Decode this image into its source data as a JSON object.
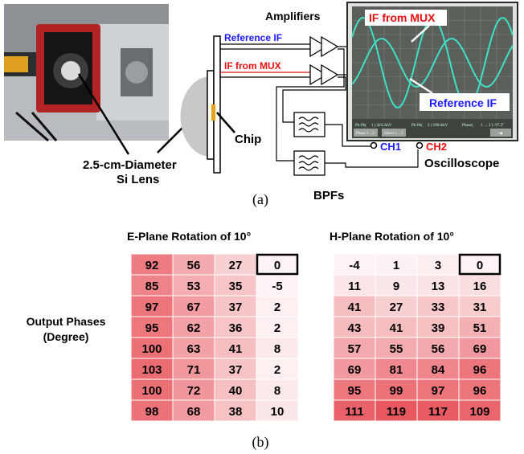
{
  "figure_a": {
    "caption": "(a)",
    "labels": {
      "amplifiers": "Amplifiers",
      "reference_if": "Reference IF",
      "if_from_mux": "IF from MUX",
      "chip": "Chip",
      "lens_line1": "2.5-cm-Diameter",
      "lens_line2": "Si Lens",
      "bpfs": "BPFs",
      "oscilloscope": "Oscilloscope",
      "ch1": "CH1",
      "ch2": "CH2"
    },
    "scope_screen": {
      "trace1_label": "IF from MUX",
      "trace2_label": "Reference IF",
      "readout": [
        "Pk-Pk(",
        "1 ) 424.2mV",
        "Pk-Pk(",
        "2 ) 190.0mV",
        "Phase(",
        "1 → 2 ) -97.2°"
      ],
      "buttons": [
        "Phase 1→2",
        "Select 1→2"
      ]
    },
    "colors": {
      "reference_if": "#1a1aff",
      "if_from_mux": "#e81010",
      "scope_trace": "#3fe0c8",
      "scope_bg": "#5a5f5a"
    }
  },
  "figure_b": {
    "caption": "(b)",
    "row_label_line1": "Output Phases",
    "row_label_line2": "(Degree)",
    "e_plane": {
      "title": "E-Plane Rotation of 10°",
      "cells": [
        [
          92,
          56,
          27,
          0
        ],
        [
          85,
          53,
          35,
          -5
        ],
        [
          97,
          67,
          37,
          2
        ],
        [
          95,
          62,
          36,
          2
        ],
        [
          100,
          63,
          41,
          8
        ],
        [
          103,
          71,
          37,
          2
        ],
        [
          100,
          72,
          40,
          8
        ],
        [
          98,
          68,
          38,
          10
        ]
      ],
      "reference_cell": [
        0,
        3
      ]
    },
    "h_plane": {
      "title": "H-Plane Rotation of 10°",
      "cells": [
        [
          -4,
          1,
          3,
          0
        ],
        [
          11,
          9,
          13,
          16
        ],
        [
          41,
          27,
          33,
          31
        ],
        [
          43,
          41,
          39,
          51
        ],
        [
          57,
          55,
          56,
          69
        ],
        [
          69,
          81,
          84,
          96
        ],
        [
          95,
          99,
          97,
          96
        ],
        [
          111,
          119,
          117,
          109
        ]
      ],
      "reference_cell": [
        0,
        3
      ]
    },
    "colormap": {
      "low": "#fdf3f4",
      "high": "#e8585f",
      "max_value": 119
    }
  }
}
